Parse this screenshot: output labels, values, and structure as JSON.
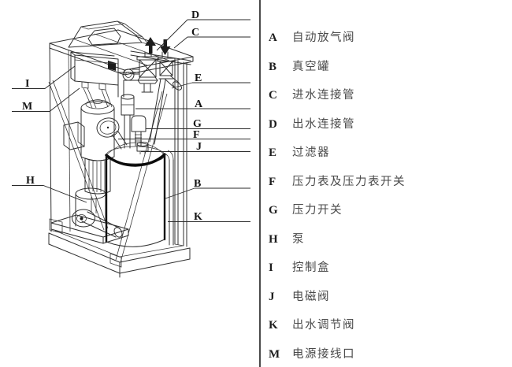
{
  "figure": {
    "type": "labeled-parts-diagram",
    "subject": "vacuum tank pump unit isometric line drawing"
  },
  "legend": {
    "items": [
      {
        "letter": "A",
        "text": "自动放气阀"
      },
      {
        "letter": "B",
        "text": "真空罐"
      },
      {
        "letter": "C",
        "text": "进水连接管"
      },
      {
        "letter": "D",
        "text": "出水连接管"
      },
      {
        "letter": "E",
        "text": "过滤器"
      },
      {
        "letter": "F",
        "text": "压力表及压力表开关"
      },
      {
        "letter": "G",
        "text": "压力开关"
      },
      {
        "letter": "H",
        "text": "泵"
      },
      {
        "letter": "I",
        "text": "控制盒"
      },
      {
        "letter": "J",
        "text": "电磁阀"
      },
      {
        "letter": "K",
        "text": "出水调节阀"
      },
      {
        "letter": "M",
        "text": "电源接线口"
      }
    ]
  },
  "diagram": {
    "callouts": {
      "A": "A",
      "B": "B",
      "C": "C",
      "D": "D",
      "E": "E",
      "F": "F",
      "G": "G",
      "H": "H",
      "I": "I",
      "J": "J",
      "K": "K",
      "M": "M"
    },
    "icons": {
      "outlet_flow": "up-arrow",
      "inlet_flow": "down-arrow"
    }
  },
  "colors": {
    "background": "#ffffff",
    "line": "#2f2f2f",
    "heavy_line": "#0c0c0c",
    "legend_text": "#4a4a4a",
    "legend_letter": "#1d1d1d",
    "divider": "#4a4a4a"
  }
}
